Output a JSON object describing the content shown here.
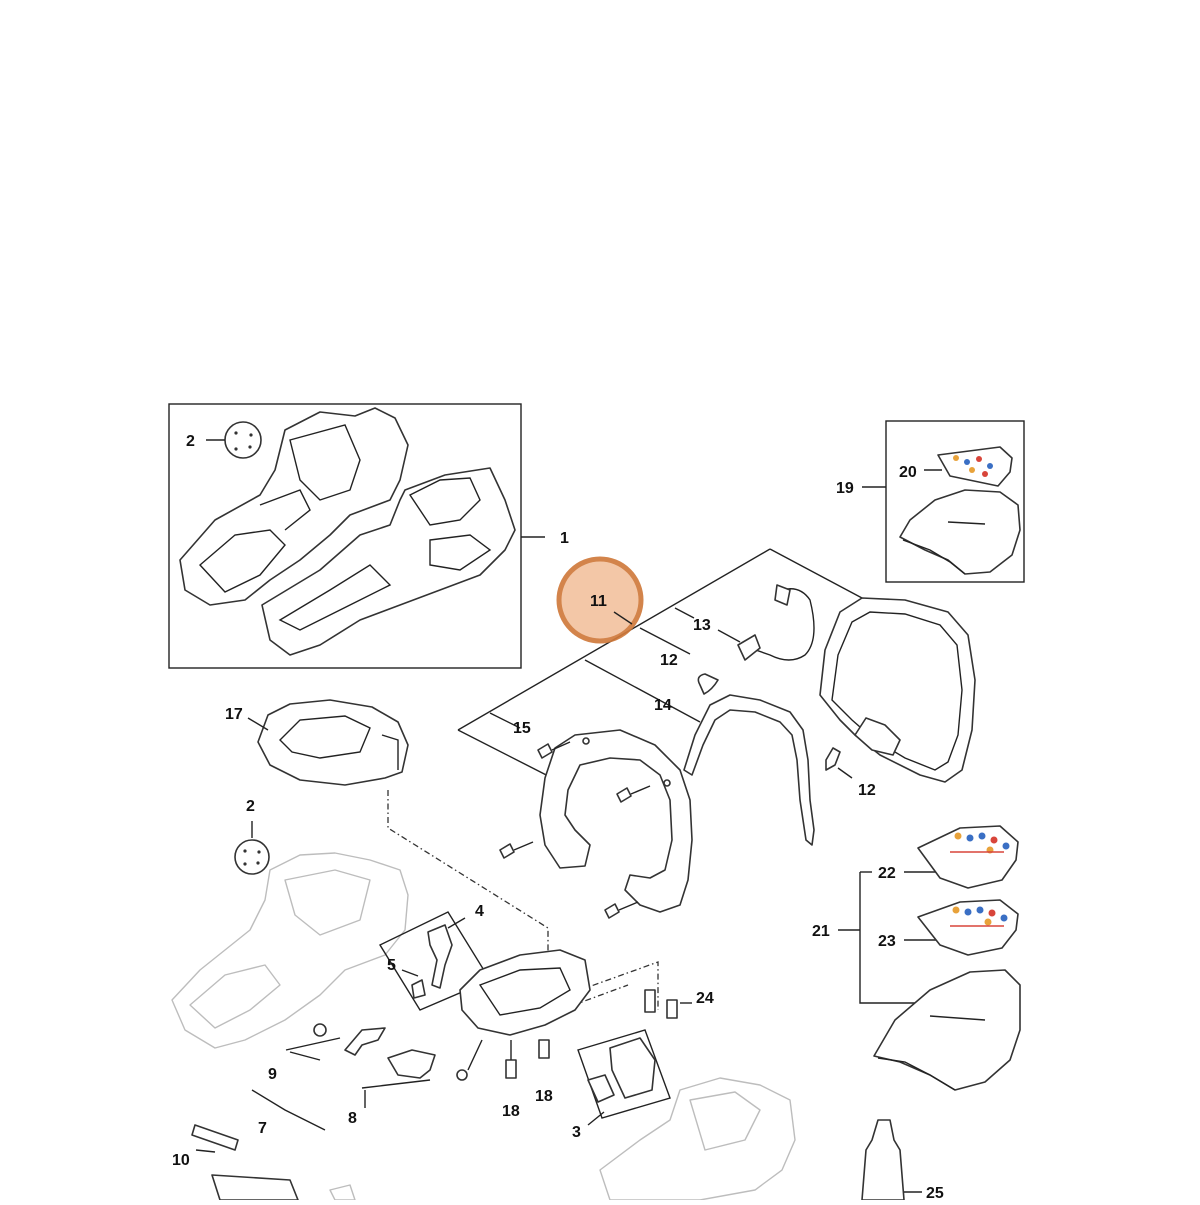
{
  "highlight": {
    "label": "11",
    "fill": "#f2c3a0",
    "stroke": "#d07a3c"
  },
  "callouts": {
    "c1": "1",
    "c2a": "2",
    "c2b": "2",
    "c3": "3",
    "c4": "4",
    "c5": "5",
    "c7": "7",
    "c8": "8",
    "c9": "9",
    "c10": "10",
    "c12a": "12",
    "c12b": "12",
    "c13": "13",
    "c14": "14",
    "c15": "15",
    "c17": "17",
    "c18a": "18",
    "c18b": "18",
    "c19": "19",
    "c20": "20",
    "c21": "21",
    "c22": "22",
    "c23": "23",
    "c24": "24",
    "c25": "25"
  },
  "decal_colors": {
    "orange": "#e8a23a",
    "blue": "#3a6fc4",
    "red": "#d8453a"
  }
}
